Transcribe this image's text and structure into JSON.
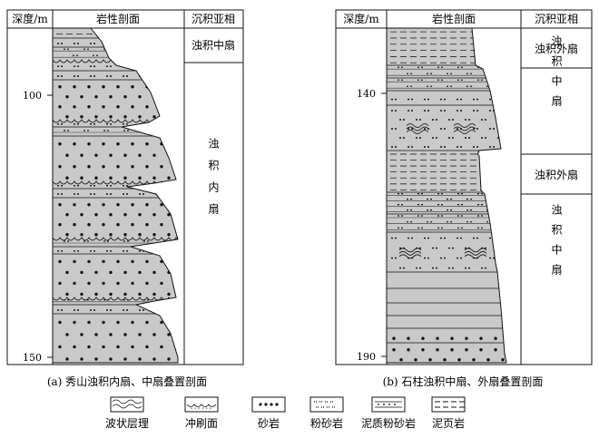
{
  "panel_a": {
    "headers": {
      "depth": "深度/m",
      "profile": "岩性剖面",
      "facies": "沉积亚相"
    },
    "depth_ticks": [
      {
        "label": "100",
        "value": 100
      },
      {
        "label": "150",
        "value": 150
      }
    ],
    "facies": [
      "浊积中扇",
      "浊积内扇"
    ],
    "caption": "(a) 秀山浊积内扇、中扇叠置剖面"
  },
  "panel_b": {
    "headers": {
      "depth": "深度/m",
      "profile": "岩性剖面",
      "facies": "沉积亚相"
    },
    "depth_ticks": [
      {
        "label": "140",
        "value": 140
      },
      {
        "label": "190",
        "value": 190
      }
    ],
    "facies": [
      "浊积外扇",
      "浊积中扇",
      "浊积外扇",
      "浊积中扇"
    ],
    "caption": "(b) 石柱浊积中扇、外扇叠置剖面"
  },
  "legend": {
    "items": [
      {
        "label": "波状层理",
        "pattern": "wavy-bedding"
      },
      {
        "label": "冲刷面",
        "pattern": "scour-surface"
      },
      {
        "label": "砂岩",
        "pattern": "sandstone"
      },
      {
        "label": "粉砂岩",
        "pattern": "siltstone"
      },
      {
        "label": "泥质粉砂岩",
        "pattern": "muddy-siltstone"
      },
      {
        "label": "泥页岩",
        "pattern": "mudstone-shale"
      }
    ]
  },
  "colors": {
    "rock_fill": "#c9c9c9",
    "line": "#111111"
  }
}
